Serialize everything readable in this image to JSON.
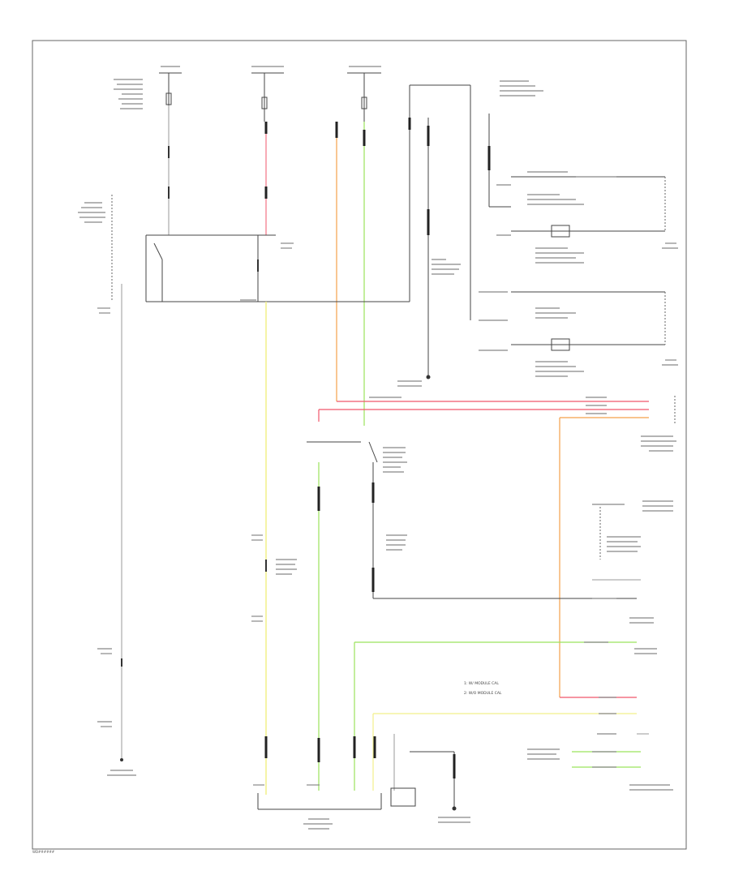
{
  "diagram": {
    "footer_code": "WD######",
    "legend": {
      "line1": "1: W/ MODULE CAL",
      "line2": "2: W/O MODULE CAL"
    },
    "colors": {
      "red": "#f0566b",
      "orange": "#f5a04a",
      "green": "#9be35c",
      "yellow": "#f2f08a",
      "black": "#444444",
      "gray": "#999999"
    }
  }
}
